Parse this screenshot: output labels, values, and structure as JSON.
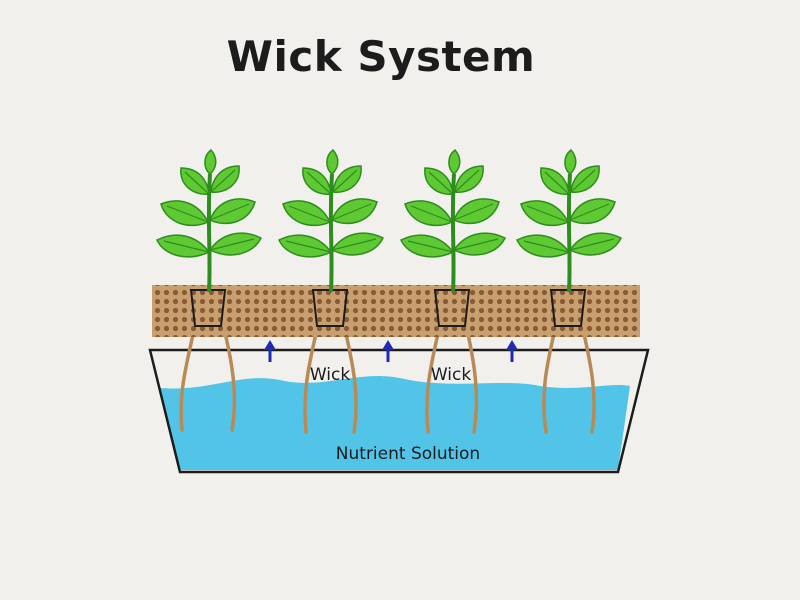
{
  "title": "Wick System",
  "labels": {
    "wick_left": "Wick",
    "wick_right": "Wick",
    "solution": "Nutrient Solution"
  },
  "colors": {
    "background": "#f2f0ed",
    "medium": "#c49a6c",
    "medium_dots": "#8a5a35",
    "water": "#52c4e8",
    "leaf": "#5ec932",
    "leaf_dark": "#2e8d1e",
    "root": "#b88a55",
    "arrow": "#1f2bb5",
    "outline": "#1c1c1c"
  },
  "icons": [
    "plant-icon",
    "pot-icon",
    "up-arrow-icon"
  ]
}
